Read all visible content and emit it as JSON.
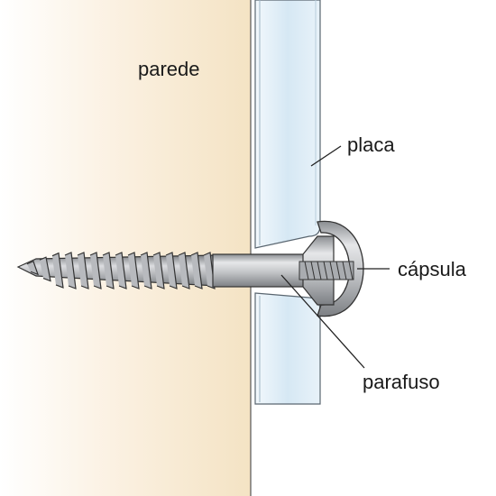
{
  "labels": {
    "wall": "parede",
    "plate": "placa",
    "cap": "cápsula",
    "screw": "parafuso"
  },
  "colors": {
    "wall": "#f6e8cf",
    "plate": "#dcebf5",
    "metal": "#c8cacd",
    "outline": "#333333"
  }
}
